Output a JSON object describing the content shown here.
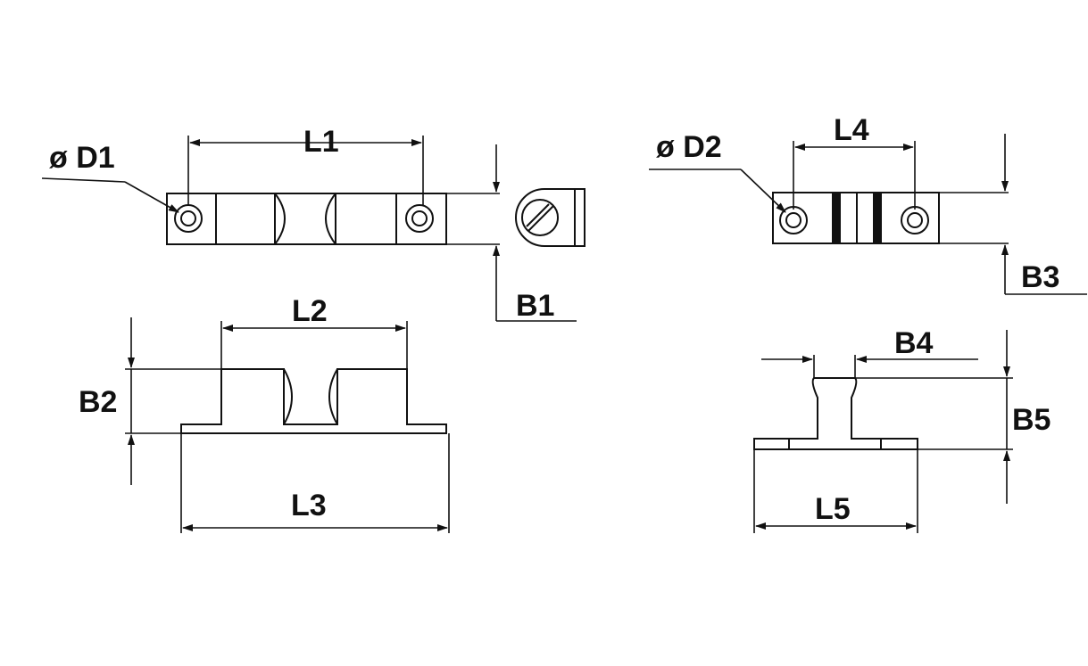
{
  "labels": {
    "d1": "ø D1",
    "l1": "L1",
    "b1": "B1",
    "l2": "L2",
    "b2": "B2",
    "l3": "L3",
    "d2": "ø D2",
    "l4": "L4",
    "b3": "B3",
    "b4": "B4",
    "b5": "B5",
    "l5": "L5"
  },
  "colors": {
    "ink": "#111111",
    "paper": "#ffffff"
  }
}
